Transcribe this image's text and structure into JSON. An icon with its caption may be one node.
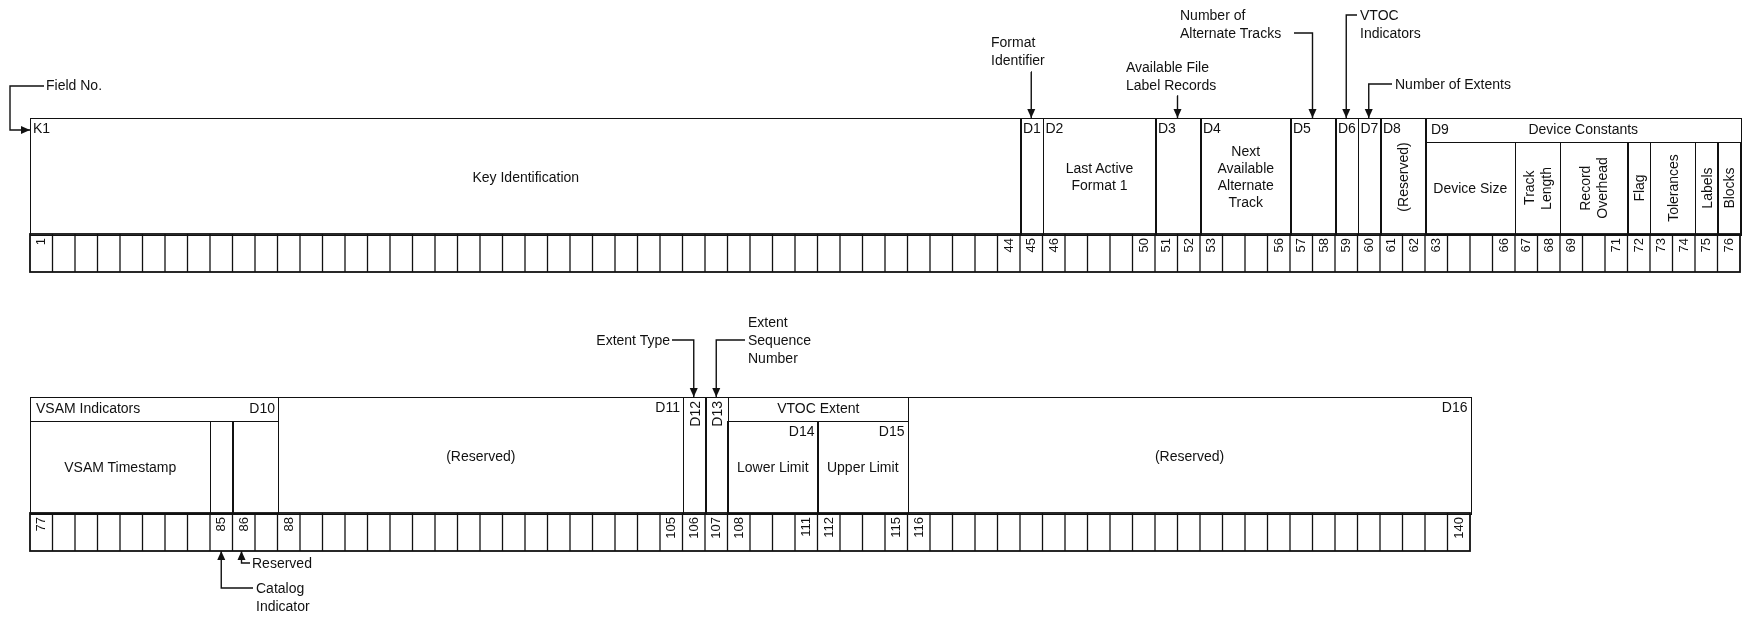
{
  "diagram": {
    "nodes": [
      {
        "text": [
          "K1",
          "Key Identification"
        ]
      },
      {
        "text": [
          "D1"
        ]
      },
      {
        "text": [
          "D2",
          "Last Active Format 1"
        ]
      },
      {
        "text": [
          "D3"
        ]
      },
      {
        "text": [
          "D4",
          "Next Available Alternate Track"
        ]
      },
      {
        "text": [
          "D5"
        ]
      },
      {
        "text": [
          "D6"
        ]
      },
      {
        "text": [
          "D7"
        ]
      },
      {
        "text": [
          "D8",
          "(Reserved)"
        ]
      },
      {
        "text": [
          "D9",
          "Device Constants"
        ]
      },
      {
        "text": [
          "Device Size"
        ],
        "in": 9
      },
      {
        "text": [
          "Track Length"
        ],
        "in": 9
      },
      {
        "text": [
          "Record Overhead"
        ],
        "in": 9
      },
      {
        "text": [
          "Flag"
        ],
        "in": 9
      },
      {
        "text": [
          "Tolerances"
        ],
        "in": 9
      },
      {
        "text": [
          "Labels"
        ],
        "in": 9
      },
      {
        "text": [
          "Blocks"
        ],
        "in": 9
      },
      {
        "text": [
          "Field No."
        ]
      },
      {
        "text": [
          "Format Identifier"
        ]
      },
      {
        "text": [
          "Available File Label Records"
        ]
      },
      {
        "text": [
          "Number of Alternate Tracks"
        ]
      },
      {
        "text": [
          "VTOC Indicators"
        ]
      },
      {
        "text": [
          "Number of Extents"
        ]
      },
      {
        "text": [
          "VSAM Indicators",
          "D10"
        ]
      },
      {
        "text": [
          "VSAM Timestamp"
        ],
        "in": 23
      },
      {
        "text": [],
        "shape": "box",
        "in": 23
      },
      {
        "text": [],
        "shape": "box",
        "in": 23
      },
      {
        "text": [
          "D11",
          "(Reserved)"
        ]
      },
      {
        "text": [
          "D12"
        ]
      },
      {
        "text": [
          "D13"
        ]
      },
      {
        "text": [
          "VTOC Extent"
        ]
      },
      {
        "text": [
          "D14",
          "Lower Limit"
        ],
        "in": 30
      },
      {
        "text": [
          "D15",
          "Upper Limit"
        ],
        "in": 30
      },
      {
        "text": [
          "D16",
          "(Reserved)"
        ]
      },
      {
        "text": [
          "Extent Type"
        ]
      },
      {
        "text": [
          "Extent Sequence Number"
        ]
      },
      {
        "text": [
          "Reserved"
        ]
      },
      {
        "text": [
          "Catalog Indicator"
        ]
      }
    ],
    "edges": [
      {
        "from": 17,
        "to": 0,
        "arrow": "to"
      },
      {
        "from": 18,
        "to": 1,
        "arrow": "to"
      },
      {
        "from": 19,
        "to": 3,
        "arrow": "to"
      },
      {
        "from": 20,
        "to": 5,
        "arrow": "to"
      },
      {
        "from": 21,
        "to": 6,
        "arrow": "to"
      },
      {
        "from": 22,
        "to": 7,
        "arrow": "to"
      },
      {
        "from": 34,
        "to": 28,
        "arrow": "to"
      },
      {
        "from": 35,
        "to": 29,
        "arrow": "to"
      },
      {
        "from": 36,
        "to": 26,
        "arrow": "to"
      },
      {
        "from": 37,
        "to": 25,
        "arrow": "to"
      }
    ],
    "labels": [
      "1",
      "44",
      "45",
      "46",
      "50",
      "51",
      "52",
      "53",
      "56",
      "57",
      "58",
      "59",
      "60",
      "61",
      "62",
      "63",
      "66",
      "67",
      "68",
      "69",
      "71",
      "72",
      "73",
      "74",
      "75",
      "76",
      "77",
      "85",
      "86",
      "88",
      "105",
      "106",
      "107",
      "108",
      "111",
      "112",
      "115",
      "116",
      "140"
    ]
  }
}
